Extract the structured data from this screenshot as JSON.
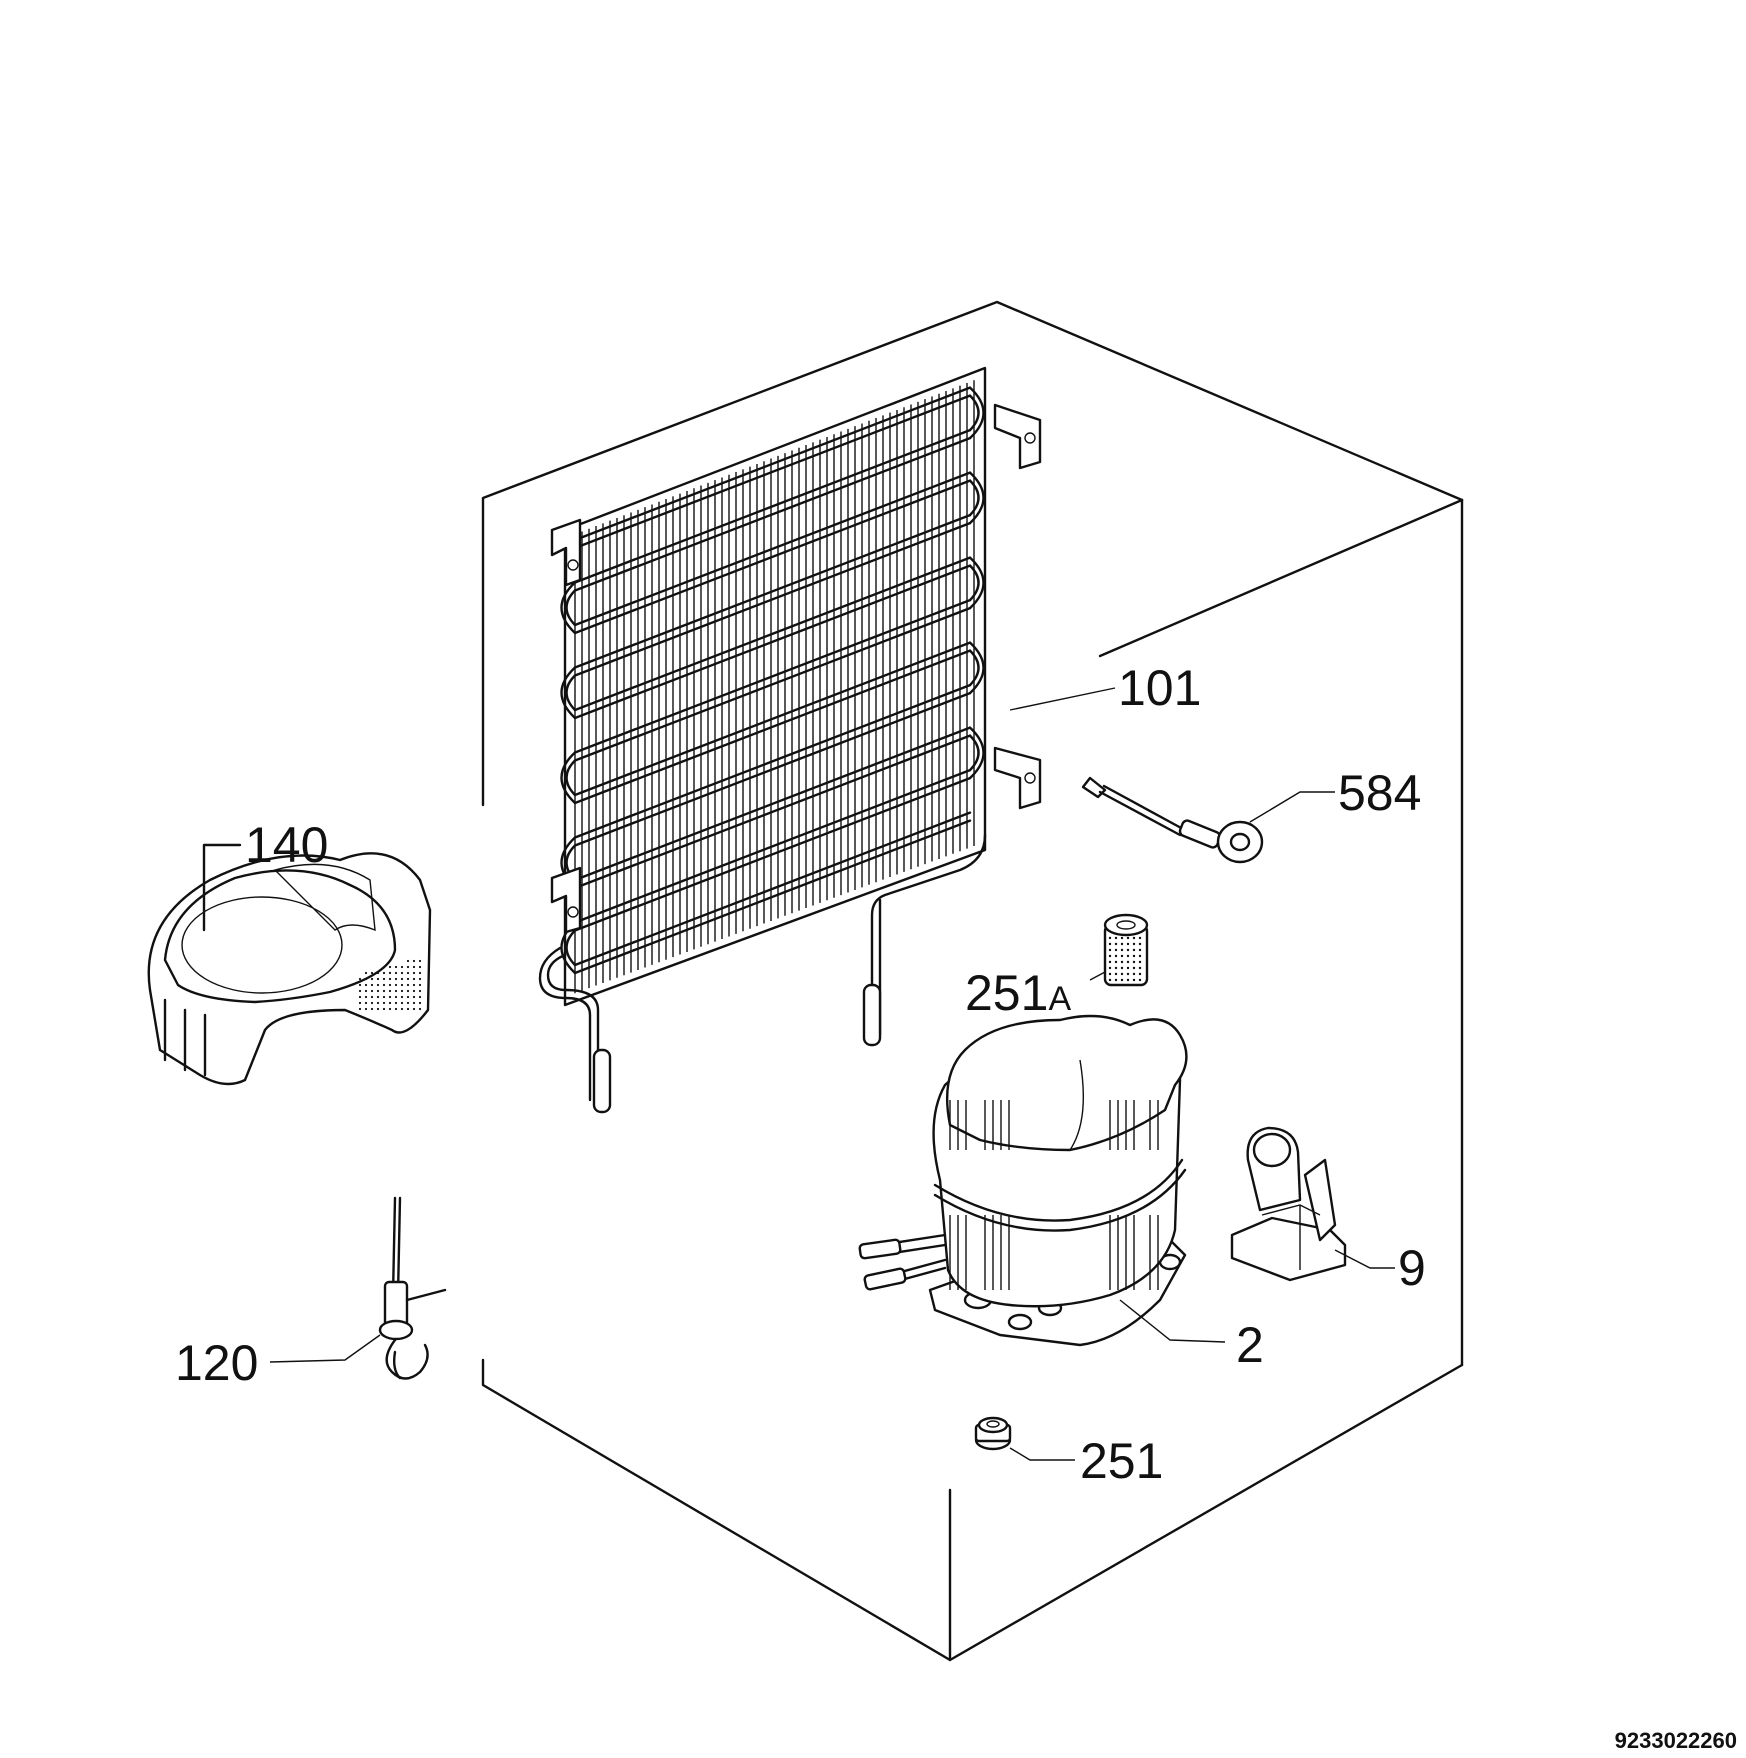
{
  "diagram": {
    "labels": {
      "condenser": "101",
      "sensor_584": "584",
      "drip_tray": "140",
      "rubber_251a_num": "251",
      "rubber_251a_suffix": "A",
      "compressor": "2",
      "relay": "9",
      "capillary_filter": "120",
      "grommet_251": "251"
    },
    "document_number": "9233022260"
  }
}
